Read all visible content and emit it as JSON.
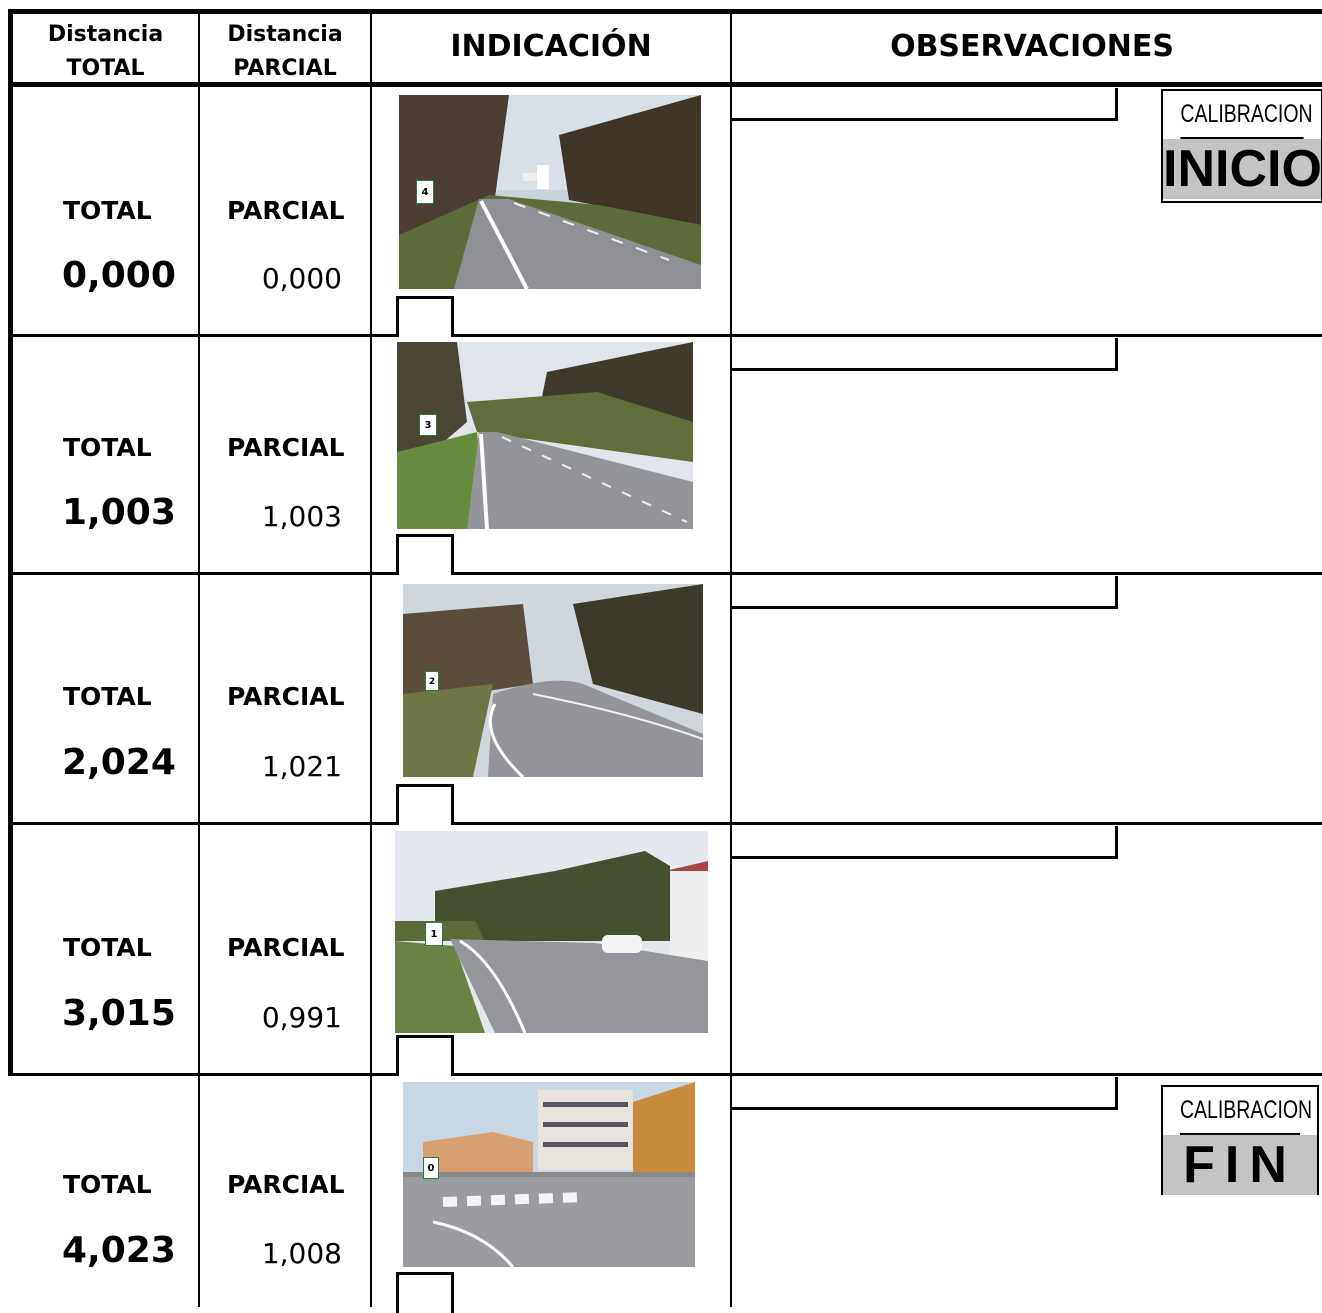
{
  "header": {
    "col1_line1": "Distancia",
    "col1_line2": "TOTAL",
    "col2_line1": "Distancia",
    "col2_line2": "PARCIAL",
    "col3": "INDICACIÓN",
    "col4": "OBSERVACIONES"
  },
  "rows": [
    {
      "total_label": "TOTAL",
      "total_value": "0,000",
      "partial_label": "PARCIAL",
      "partial_value": "0,000",
      "sign_number": "4"
    },
    {
      "total_label": "TOTAL",
      "total_value": "1,003",
      "partial_label": "PARCIAL",
      "partial_value": "1,003",
      "sign_number": "3"
    },
    {
      "total_label": "TOTAL",
      "total_value": "2,024",
      "partial_label": "PARCIAL",
      "partial_value": "1,021",
      "sign_number": "2"
    },
    {
      "total_label": "TOTAL",
      "total_value": "3,015",
      "partial_label": "PARCIAL",
      "partial_value": "0,991",
      "sign_number": "1"
    },
    {
      "total_label": "TOTAL",
      "total_value": "4,023",
      "partial_label": "PARCIAL",
      "partial_value": "1,008",
      "sign_number": "0"
    }
  ],
  "calibration": {
    "start_top": "CALIBRACION",
    "start_bottom": "INICIO",
    "end_top": "CALIBRACION",
    "end_bottom": "FIN"
  },
  "colors": {
    "border": "#000000",
    "calibration_fill": "#c4c4c4"
  }
}
